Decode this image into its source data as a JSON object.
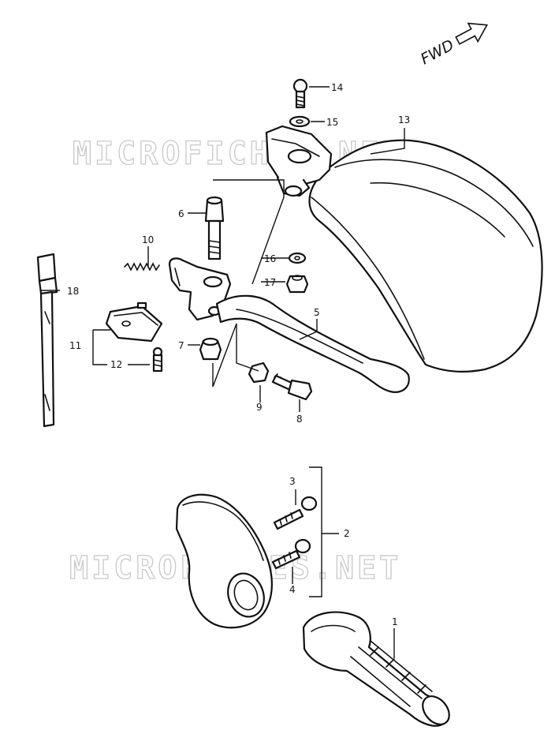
{
  "direction": {
    "label": "FWD",
    "icon": "arrow-forward-icon"
  },
  "watermarks": [
    "MICROFICHES.NET",
    "MICROFICHES.NET"
  ],
  "callouts": [
    "1",
    "2",
    "3",
    "4",
    "5",
    "6",
    "7",
    "8",
    "9",
    "10",
    "11",
    "12",
    "13",
    "14",
    "15",
    "16",
    "17",
    "18"
  ],
  "colors": {
    "line": "#111111",
    "watermark": "#c9c9c9",
    "background": "#ffffff"
  }
}
